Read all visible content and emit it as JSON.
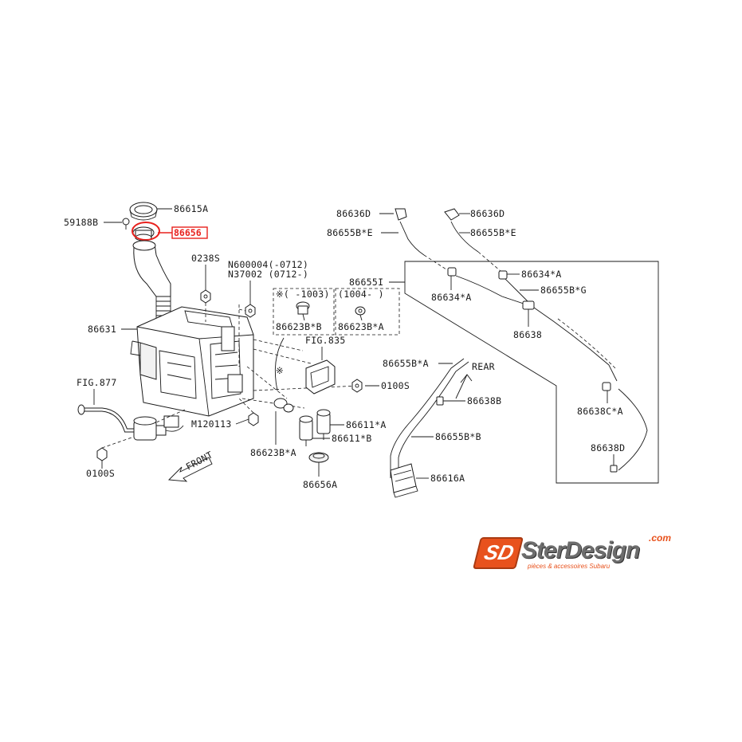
{
  "labels": {
    "p86615A": "86615A",
    "p59188B": "59188B",
    "p86656": "86656",
    "p0238S": "0238S",
    "pN600004": "N600004(-0712)",
    "pN37002": "N37002 (0712-)",
    "p86631": "86631",
    "pVar1": "※( -1003)",
    "pVar2": "(1004- )",
    "p86623BB": "86623B*B",
    "p86623BA_top": "86623B*A",
    "pFIG835": "FIG.835",
    "p0100S_r": "0100S",
    "pFIG877": "FIG.877",
    "pM120113": "M120113",
    "p86611A": "86611*A",
    "p86611B": "86611*B",
    "p86623BA_bot": "86623B*A",
    "p86656A": "86656A",
    "p0100S_l": "0100S",
    "pFRONT": "FRONT",
    "p86636D_l": "86636D",
    "p86636D_r": "86636D",
    "p86655BE_l": "86655B*E",
    "p86655BE_r": "86655B*E",
    "p86655I": "86655I",
    "p86634A_l": "86634*A",
    "p86634A_r": "86634*A",
    "p86655BG": "86655B*G",
    "p86638": "86638",
    "p86655BA_top": "86655B*A",
    "pREAR": "REAR",
    "p86638B": "86638B",
    "p86638CA": "86638C*A",
    "p86655BB": "86655B*B",
    "p86638D": "86638D",
    "p86616A": "86616A",
    "pAsterisk": "※"
  },
  "highlight": {
    "part": "86656",
    "color": "#e8211d"
  },
  "logo": {
    "badge": "SD",
    "name": "SterDesign",
    "domain": ".com",
    "tagline": "pièces & accessoires Subaru",
    "accent_color": "#e8521d",
    "text_color": "#6d6d6d"
  }
}
